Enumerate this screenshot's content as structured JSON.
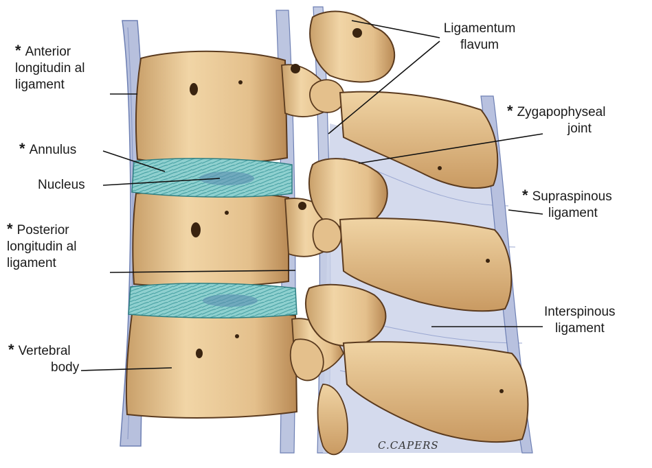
{
  "labels": {
    "anterior": {
      "line1": "Anterior",
      "line2": "longitudin al",
      "line3": "ligament"
    },
    "annulus": "Annulus",
    "nucleus": "Nucleus",
    "posterior": {
      "line1": "Posterior",
      "line2": "longitudin al",
      "line3": "ligament"
    },
    "vertebral": {
      "line1": "Vertebral",
      "line2": "body"
    },
    "ligamentum_flavum": {
      "line1": "Ligamentum",
      "line2": "flavum"
    },
    "zygapophyseal": {
      "line1": "Zygapophyseal",
      "line2": "joint"
    },
    "supraspinous": {
      "line1": "Supraspinous",
      "line2": "ligament"
    },
    "interspinous": {
      "line1": "Interspinous",
      "line2": "ligament"
    }
  },
  "asterisk": "*",
  "signature": "C.CAPERS",
  "colors": {
    "bone": "#e9c896",
    "bone_shadow": "#b98a55",
    "bone_outline": "#5a3a1e",
    "ligament": "#a9b4d6",
    "ligament_dark": "#6d7fb3",
    "disc": "#7fc4c4",
    "disc_dark": "#3f9a9c",
    "leader": "#111111"
  }
}
